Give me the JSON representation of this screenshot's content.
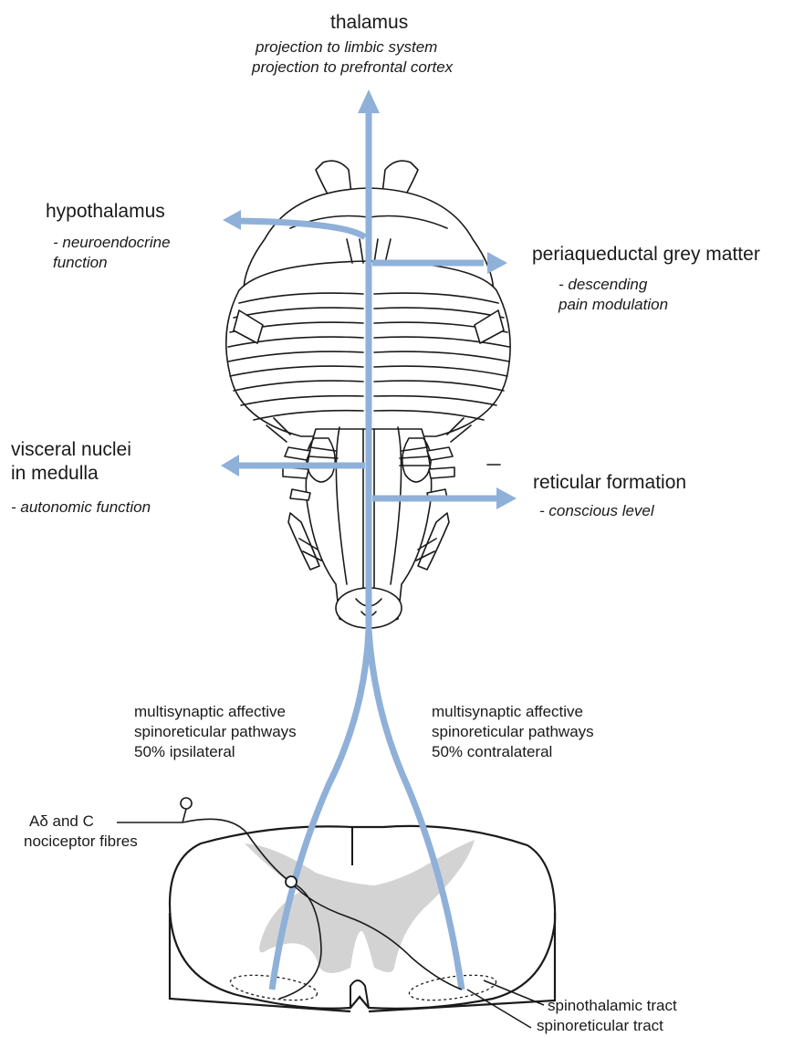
{
  "labels": {
    "thalamus": {
      "title": "thalamus",
      "lines": [
        "projection to limbic system",
        "projection to prefrontal cortex"
      ]
    },
    "hypothalamus": {
      "title": "hypothalamus",
      "lines": [
        "- neuroendocrine",
        "function"
      ]
    },
    "periaqueductal": {
      "title": "periaqueductal grey matter",
      "lines": [
        "- descending",
        "pain modulation"
      ]
    },
    "visceral": {
      "title_lines": [
        "visceral nuclei",
        "in medulla"
      ],
      "note": "- autonomic function"
    },
    "reticular": {
      "title": "reticular formation",
      "note": "- conscious level"
    },
    "pathway_left": [
      "multisynaptic affective",
      "spinoreticular pathways",
      "50% ipsilateral"
    ],
    "pathway_right": [
      "multisynaptic affective",
      "spinoreticular pathways",
      "50% contralateral"
    ],
    "fibres": [
      "Aδ and C",
      "nociceptor fibres"
    ],
    "spinothalamic": "spinothalamic tract",
    "spinoreticular": "spinoreticular tract"
  },
  "colors": {
    "pathway": "#8fb0d8",
    "grey_matter": "#d3d3d3",
    "outline": "#1a1a1a"
  }
}
